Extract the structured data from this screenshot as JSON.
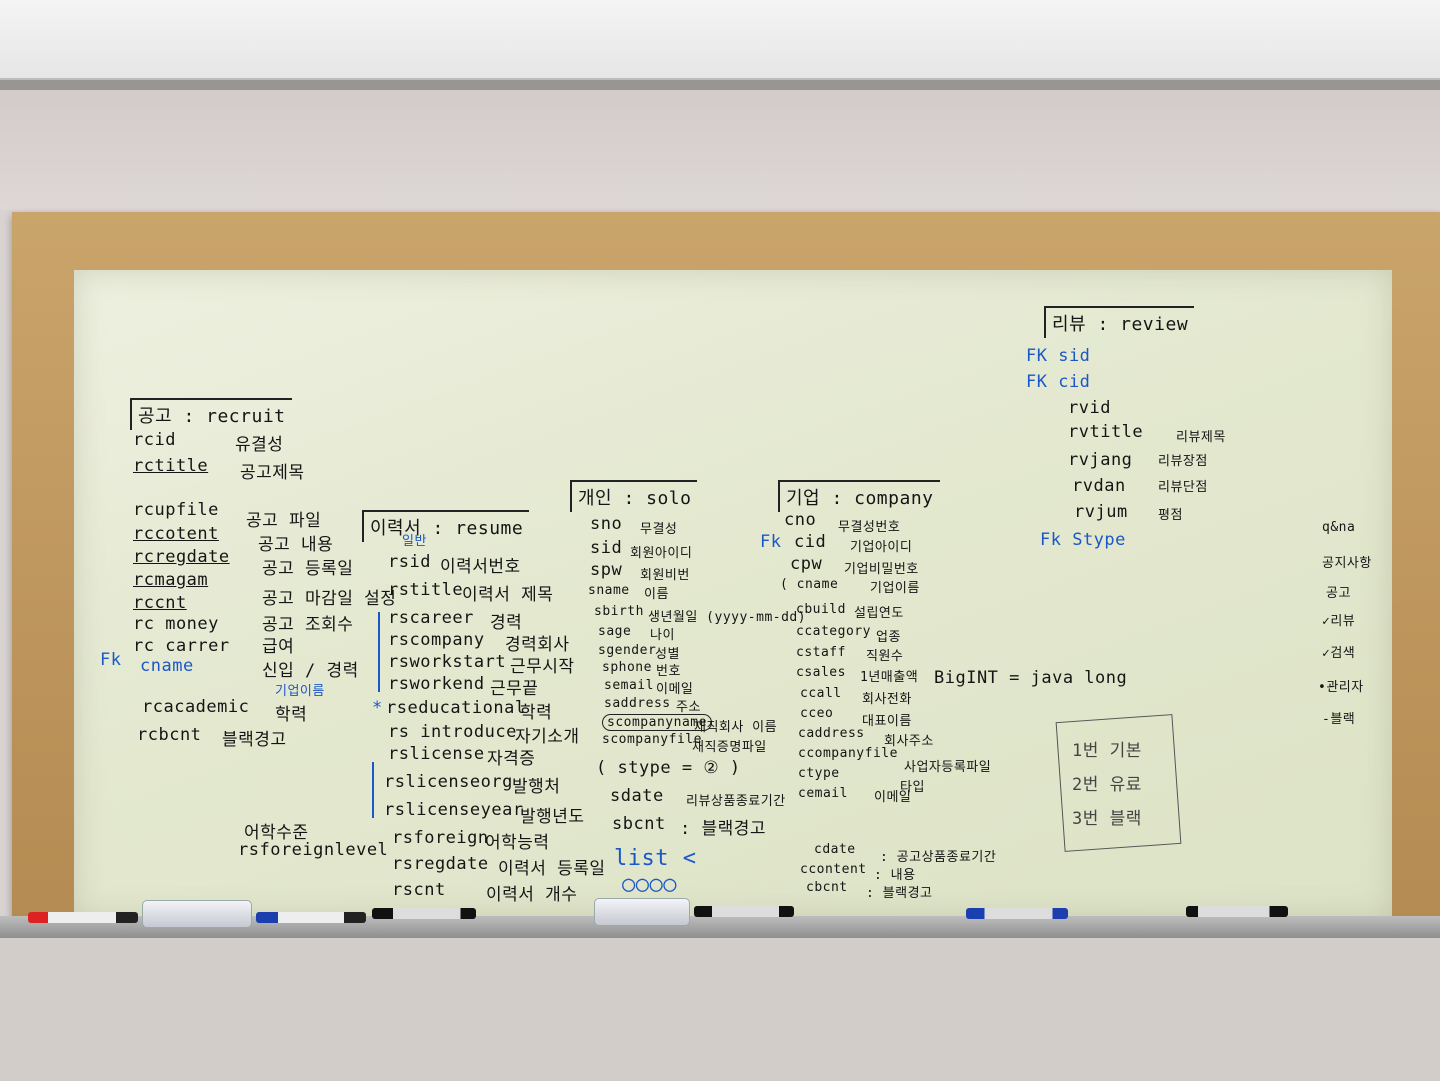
{
  "recruit": {
    "title": "공고 : recruit",
    "rows": [
      {
        "field": "rcid",
        "desc": "유결성"
      },
      {
        "field": "rctitle",
        "desc": "공고제목"
      },
      {
        "field": "rcupfile",
        "desc": "공고 파일"
      },
      {
        "field": "rccotent",
        "desc": "공고 내용"
      },
      {
        "field": "rcregdate",
        "desc": "공고 등록일"
      },
      {
        "field": "rcmagam",
        "desc": "공고 마감일 설정"
      },
      {
        "field": "rccnt",
        "desc": "공고 조회수"
      },
      {
        "field": "rc money",
        "desc": "급여"
      },
      {
        "field": "rc carrer",
        "desc": "신입 / 경력"
      },
      {
        "field": "cname",
        "desc": "기업이름"
      },
      {
        "field": "rcacademic",
        "desc": "학력"
      },
      {
        "field": "rcbcnt",
        "desc": "블랙경고"
      }
    ],
    "fk": "Fk"
  },
  "resume": {
    "title": "이력서 : resume",
    "note": "일반",
    "rows": [
      {
        "field": "rsid",
        "desc": "이력서번호"
      },
      {
        "field": "rstitle",
        "desc": "이력서 제목"
      },
      {
        "field": "rscareer",
        "desc": "경력"
      },
      {
        "field": "rscompany",
        "desc": "경력회사"
      },
      {
        "field": "rsworkstart",
        "desc": "근무시작"
      },
      {
        "field": "rsworkend",
        "desc": "근무끝"
      },
      {
        "field": "rseducational",
        "desc": "학력"
      },
      {
        "field": "rs introduce",
        "desc": "자기소개"
      },
      {
        "field": "rslicense",
        "desc": "자격증"
      },
      {
        "field": "rslicenseorg",
        "desc": "발행처"
      },
      {
        "field": "rslicenseyear",
        "desc": "발행년도"
      },
      {
        "field": "rsforeign",
        "desc": "어학능력"
      },
      {
        "field": "rsregdate",
        "desc": "이력서 등록일"
      },
      {
        "field": "rscnt",
        "desc": "이력서 개수"
      }
    ],
    "star": "*",
    "side_label": "어학수준",
    "side_field": "rsforeignlevel"
  },
  "solo": {
    "title": "개인 : solo",
    "rows": [
      {
        "field": "sno",
        "desc": "무결성"
      },
      {
        "field": "sid",
        "desc": "회원아이디"
      },
      {
        "field": "spw",
        "desc": "회원비번"
      },
      {
        "field": "sname",
        "desc": "이름"
      },
      {
        "field": "sbirth",
        "desc": "생년월일 (yyyy-mm-dd)"
      },
      {
        "field": "sage",
        "desc": "나이"
      },
      {
        "field": "sgender",
        "desc": "성별"
      },
      {
        "field": "sphone",
        "desc": "번호"
      },
      {
        "field": "semail",
        "desc": "이메일"
      },
      {
        "field": "saddress",
        "desc": "주소"
      },
      {
        "field": "scompanyname",
        "desc": "재직회사 이름"
      },
      {
        "field": "scompanyfile",
        "desc": "재직증명파일"
      },
      {
        "field": "( stype = ② )",
        "desc": ""
      },
      {
        "field": "sdate",
        "desc": "리뷰상품종료기간"
      },
      {
        "field": "sbcnt",
        "desc": ": 블랙경고"
      }
    ],
    "list_note": "list <",
    "circles": "○○○○"
  },
  "company": {
    "title": "기업 : company",
    "rows": [
      {
        "field": "cno",
        "desc": "무결성번호"
      },
      {
        "field": "cid",
        "desc": "기업아이디"
      },
      {
        "field": "cpw",
        "desc": "기업비밀번호"
      },
      {
        "field": "( cname",
        "desc": "기업이름"
      },
      {
        "field": "cbuild",
        "desc": "설립연도"
      },
      {
        "field": "ccategory",
        "desc": "업종"
      },
      {
        "field": "cstaff",
        "desc": "직원수"
      },
      {
        "field": "csales",
        "desc": "1년매출액"
      },
      {
        "field": "ccall",
        "desc": "회사전화"
      },
      {
        "field": "cceo",
        "desc": "대표이름"
      },
      {
        "field": "caddress",
        "desc": "회사주소"
      },
      {
        "field": "ccompanyfile",
        "desc": "사업자등록파일"
      },
      {
        "field": "ctype",
        "desc": "타입"
      },
      {
        "field": "cemail",
        "desc": "이메일"
      },
      {
        "field": "cdate",
        "desc": ": 공고상품종료기간"
      },
      {
        "field": "ccontent",
        "desc": ": 내용"
      },
      {
        "field": "cbcnt",
        "desc": ": 블랙경고"
      }
    ],
    "fk": "Fk",
    "bigint_note": "BigINT = java long"
  },
  "review": {
    "title": "리뷰 : review",
    "fk_sid": "FK sid",
    "fk_cid": "FK cid",
    "rows": [
      {
        "field": "rvid",
        "desc": ""
      },
      {
        "field": "rvtitle",
        "desc": "리뷰제목"
      },
      {
        "field": "rvjang",
        "desc": "리뷰장점"
      },
      {
        "field": "rvdan",
        "desc": "리뷰단점"
      },
      {
        "field": "rvjum",
        "desc": "평점"
      }
    ],
    "fk_stype": "Fk Stype"
  },
  "types_box": [
    "1번 기본",
    "2번 유료",
    "3번 블랙"
  ],
  "menu": {
    "items": [
      "q&na",
      "공지사항",
      "공고",
      "✓리뷰",
      "✓검색",
      "•관리자",
      "-블랙"
    ]
  }
}
